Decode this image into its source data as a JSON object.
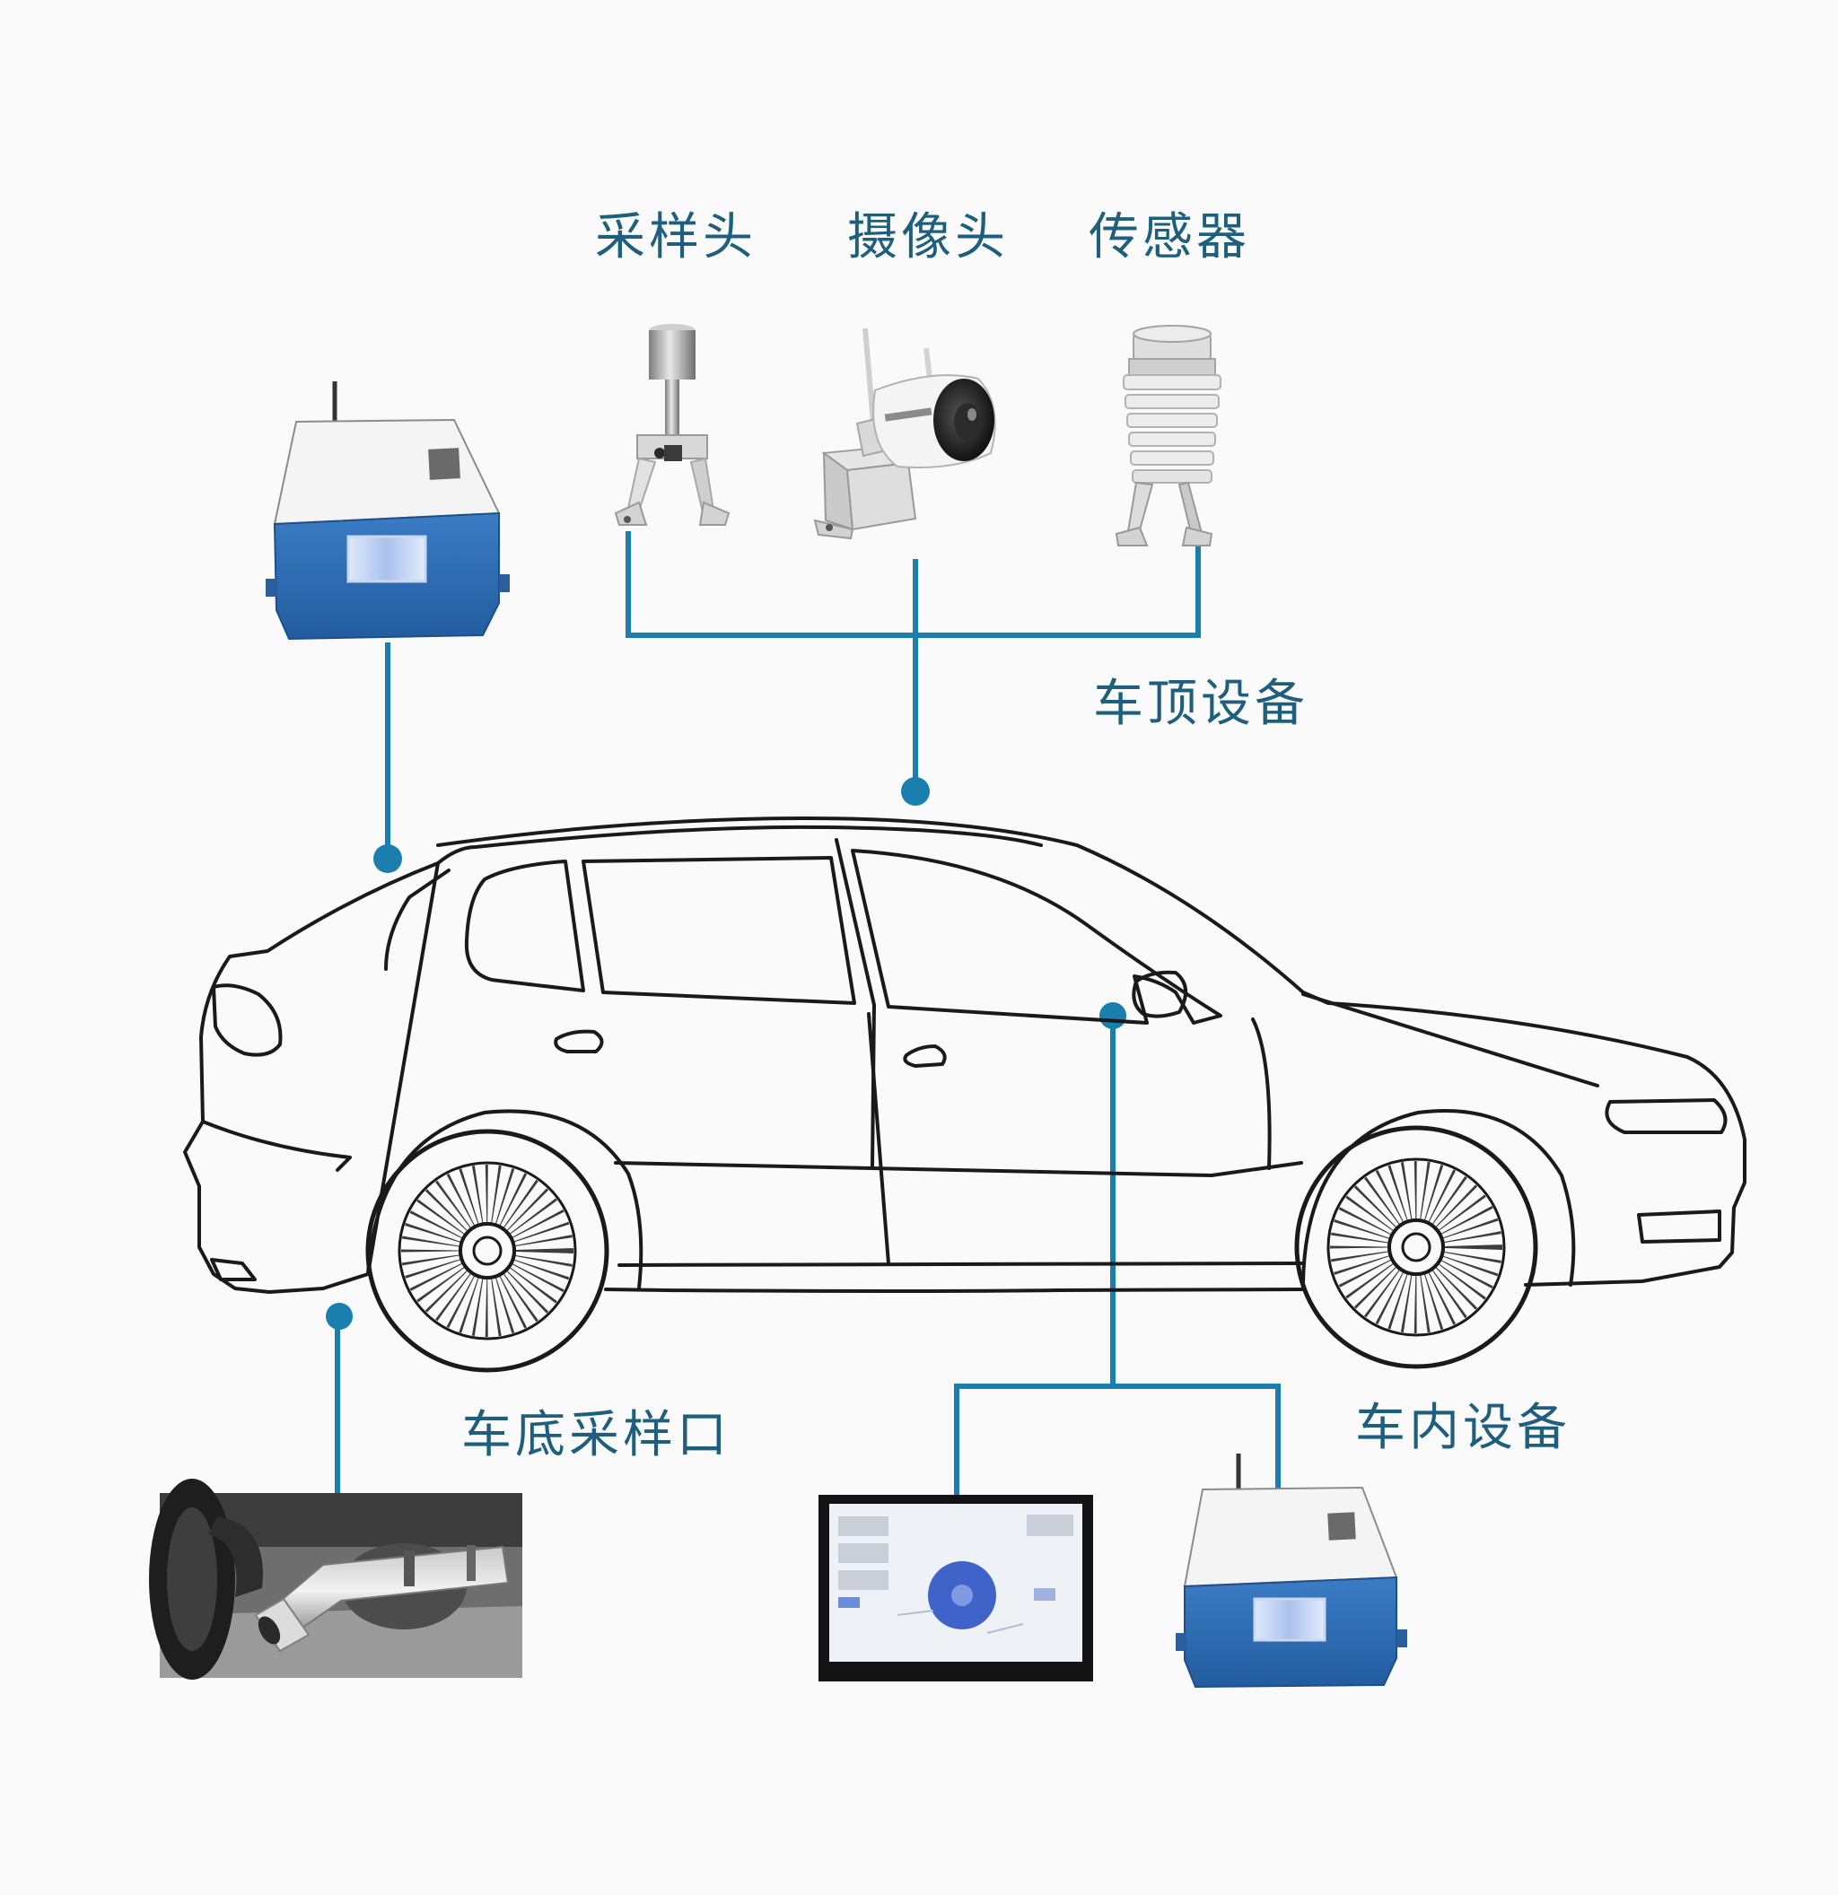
{
  "labels": {
    "sampling_head": "采样头",
    "camera": "摄像头",
    "sensor": "传感器",
    "roof_equipment": "车顶设备",
    "underbody_sampling_port": "车底采样口",
    "in_car_equipment": "车内设备"
  },
  "colors": {
    "connector_line": "#1a7fae",
    "label_text": "#1d5f7d",
    "device_blue": "#2f6fb6",
    "car_outline": "#1a1a1a",
    "background": "#fafafa"
  },
  "icons": [
    "sampling-head-device",
    "roof-camera-device",
    "weather-sensor-device",
    "monitoring-box-device",
    "exhaust-pipe-photo",
    "tablet-display-device",
    "car-outline"
  ]
}
